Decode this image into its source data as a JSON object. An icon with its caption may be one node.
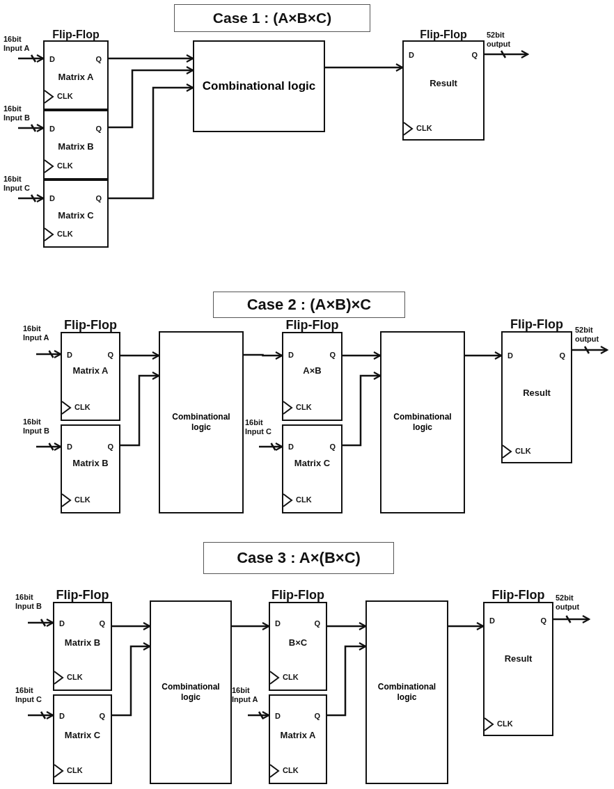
{
  "diagram": {
    "nodes": [
      {
        "text": [
          "Case 1 : (A×B×C)"
        ]
      },
      {
        "text": [
          "Flip-Flop",
          "D",
          "Q",
          "Matrix A",
          "CLK"
        ]
      },
      {
        "text": [
          "D",
          "Q",
          "Matrix B",
          "CLK"
        ]
      },
      {
        "text": [
          "D",
          "Q",
          "Matrix C",
          "CLK"
        ]
      },
      {
        "text": [
          "Combinational logic"
        ]
      },
      {
        "text": [
          "Flip-Flop",
          "D",
          "Q",
          "Result",
          "CLK"
        ]
      },
      {
        "text": [
          "Case 2 : (A×B)×C"
        ]
      },
      {
        "text": [
          "Flip-Flop",
          "D",
          "Q",
          "Matrix A",
          "CLK"
        ]
      },
      {
        "text": [
          "D",
          "Q",
          "Matrix B",
          "CLK"
        ]
      },
      {
        "text": [
          "Combinational logic"
        ]
      },
      {
        "text": [
          "Flip-Flop",
          "D",
          "Q",
          "A×B",
          "CLK"
        ]
      },
      {
        "text": [
          "D",
          "Q",
          "Matrix C",
          "CLK"
        ]
      },
      {
        "text": [
          "Combinational logic"
        ]
      },
      {
        "text": [
          "Flip-Flop",
          "D",
          "Q",
          "Result",
          "CLK"
        ]
      },
      {
        "text": [
          "Case 3 : A×(B×C)"
        ]
      },
      {
        "text": [
          "Flip-Flop",
          "D",
          "Q",
          "Matrix B",
          "CLK"
        ]
      },
      {
        "text": [
          "D",
          "Q",
          "Matrix C",
          "CLK"
        ]
      },
      {
        "text": [
          "Combinational logic"
        ]
      },
      {
        "text": [
          "Flip-Flop",
          "D",
          "Q",
          "B×C",
          "CLK"
        ]
      },
      {
        "text": [
          "D",
          "Q",
          "Matrix A",
          "CLK"
        ]
      },
      {
        "text": [
          "Combinational logic"
        ]
      },
      {
        "text": [
          "Flip-Flop",
          "D",
          "Q",
          "Result",
          "CLK"
        ]
      }
    ],
    "edges": [
      {
        "from": null,
        "to": 1,
        "arrow": "to",
        "label": "16bit Input A"
      },
      {
        "from": null,
        "to": 2,
        "arrow": "to",
        "label": "16bit Input B"
      },
      {
        "from": null,
        "to": 3,
        "arrow": "to",
        "label": "16bit Input C"
      },
      {
        "from": 1,
        "to": 4,
        "arrow": "to"
      },
      {
        "from": 2,
        "to": 4,
        "arrow": "to"
      },
      {
        "from": 3,
        "to": 4,
        "arrow": "to"
      },
      {
        "from": 4,
        "to": 5,
        "arrow": "to"
      },
      {
        "from": 5,
        "to": null,
        "arrow": "to",
        "label": "52bit output"
      },
      {
        "from": null,
        "to": 7,
        "arrow": "to",
        "label": "16bit Input A"
      },
      {
        "from": null,
        "to": 8,
        "arrow": "to",
        "label": "16bit Input B"
      },
      {
        "from": 7,
        "to": 9,
        "arrow": "to"
      },
      {
        "from": 8,
        "to": 9,
        "arrow": "to"
      },
      {
        "from": 9,
        "to": 10,
        "arrow": "to"
      },
      {
        "from": null,
        "to": 11,
        "arrow": "to",
        "label": "16bit Input C"
      },
      {
        "from": 10,
        "to": 12,
        "arrow": "to"
      },
      {
        "from": 11,
        "to": 12,
        "arrow": "to"
      },
      {
        "from": 12,
        "to": 13,
        "arrow": "to"
      },
      {
        "from": 13,
        "to": null,
        "arrow": "to",
        "label": "52bit output"
      },
      {
        "from": null,
        "to": 15,
        "arrow": "to",
        "label": "16bit Input B"
      },
      {
        "from": null,
        "to": 16,
        "arrow": "to",
        "label": "16bit Input C"
      },
      {
        "from": 15,
        "to": 17,
        "arrow": "to"
      },
      {
        "from": 16,
        "to": 17,
        "arrow": "to"
      },
      {
        "from": 17,
        "to": 18,
        "arrow": "to"
      },
      {
        "from": null,
        "to": 19,
        "arrow": "to",
        "label": "16bit Input A"
      },
      {
        "from": 18,
        "to": 20,
        "arrow": "to"
      },
      {
        "from": 19,
        "to": 20,
        "arrow": "to"
      },
      {
        "from": 20,
        "to": 21,
        "arrow": "to"
      },
      {
        "from": 21,
        "to": null,
        "arrow": "to",
        "label": "52bit output"
      }
    ]
  }
}
